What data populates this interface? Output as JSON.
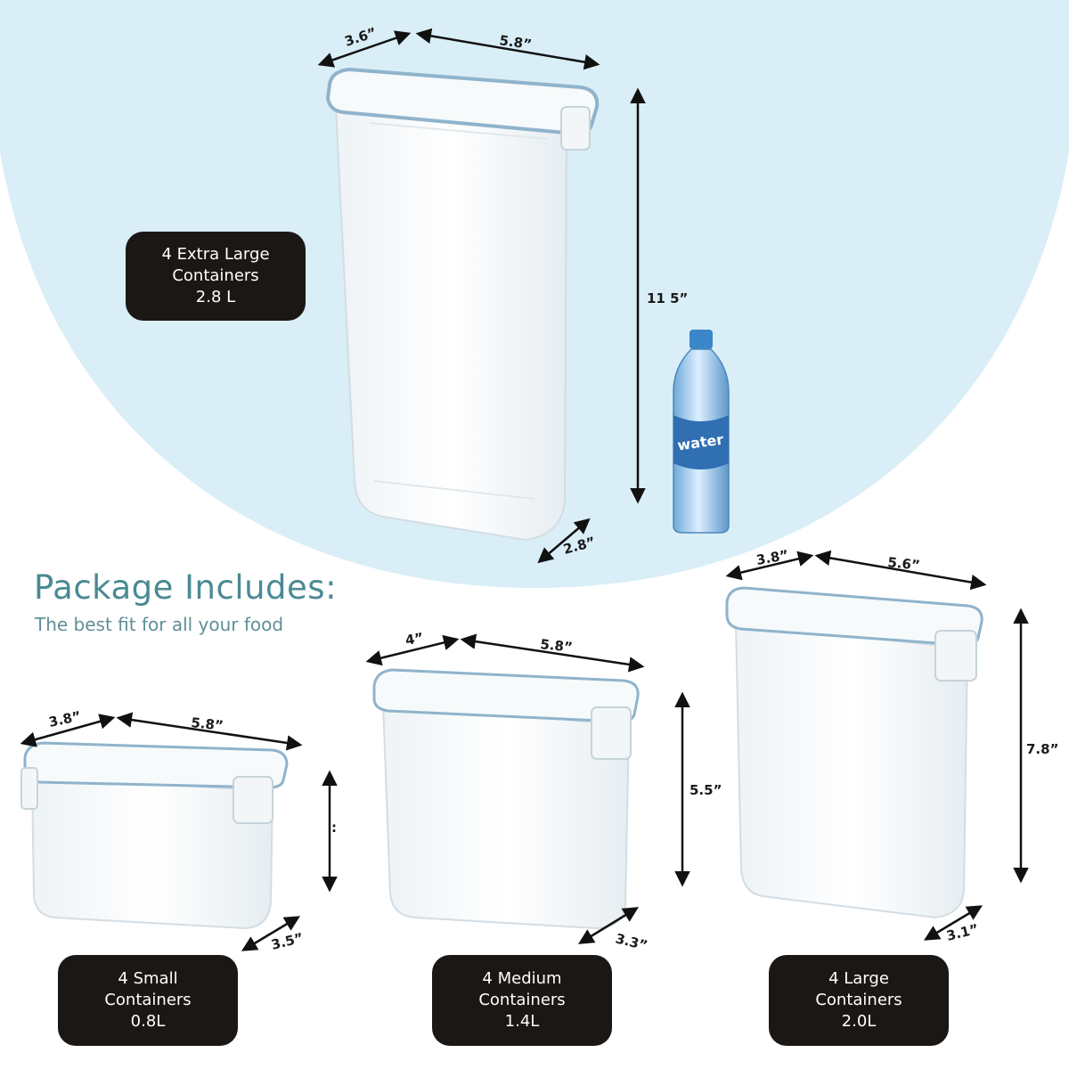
{
  "headline": "Package Includes:",
  "tagline": "The best fit for all your food",
  "bottle_label": "water",
  "colors": {
    "backdrop": "#d9eef6",
    "label_box": "#1b1715",
    "headline": "#4a8a93",
    "lid_seal": "#8fb3cc"
  },
  "containers": {
    "extra_large": {
      "label": [
        "4 Extra Large",
        "Containers",
        "2.8 L"
      ],
      "width": "3.6”",
      "length": "5.8”",
      "height": "11 5”",
      "depth": "2.8”"
    },
    "small": {
      "label": [
        "4 Small",
        "Containers",
        "0.8L"
      ],
      "width": "3.8”",
      "length": "5.8”",
      "height": ":",
      "depth": "3.5”"
    },
    "medium": {
      "label": [
        "4 Medium",
        "Containers",
        "1.4L"
      ],
      "width": "4”",
      "length": "5.8”",
      "height": "5.5”",
      "depth": "3.3”"
    },
    "large": {
      "label": [
        "4 Large",
        "Containers",
        "2.0L"
      ],
      "width": "3.8”",
      "length": "5.6”",
      "height": "7.8”",
      "depth": "3.1”"
    }
  }
}
